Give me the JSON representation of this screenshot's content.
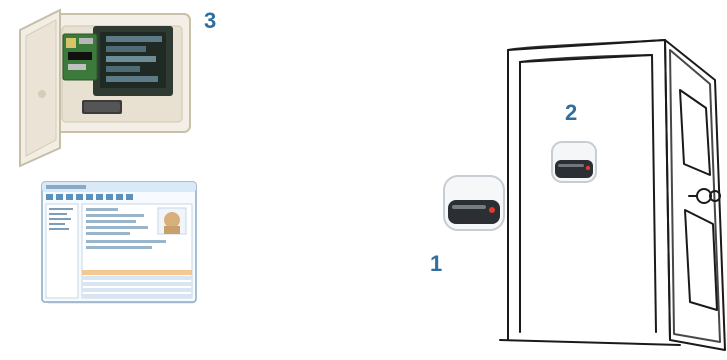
{
  "callouts": {
    "controller": "3",
    "reader_inside": "2",
    "reader_outside": "1"
  },
  "icons": {
    "controller": "access-control-panel-icon",
    "software": "access-control-software-window-icon",
    "door": "door-icon",
    "reader_inside": "card-reader-icon",
    "reader_outside": "card-reader-icon"
  },
  "colors": {
    "callout": "#2f6f9f",
    "reader_led": "#e03a2f"
  }
}
